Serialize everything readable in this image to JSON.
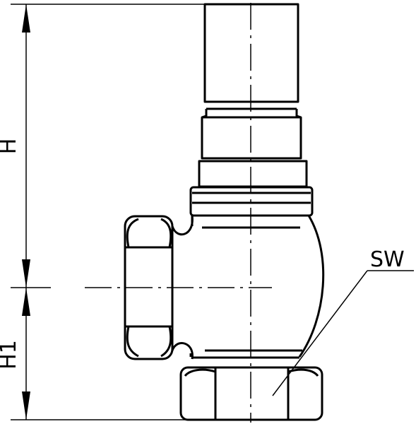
{
  "labels": {
    "height_total": "H",
    "height_lower": "H1",
    "wrench_size": "SW"
  }
}
